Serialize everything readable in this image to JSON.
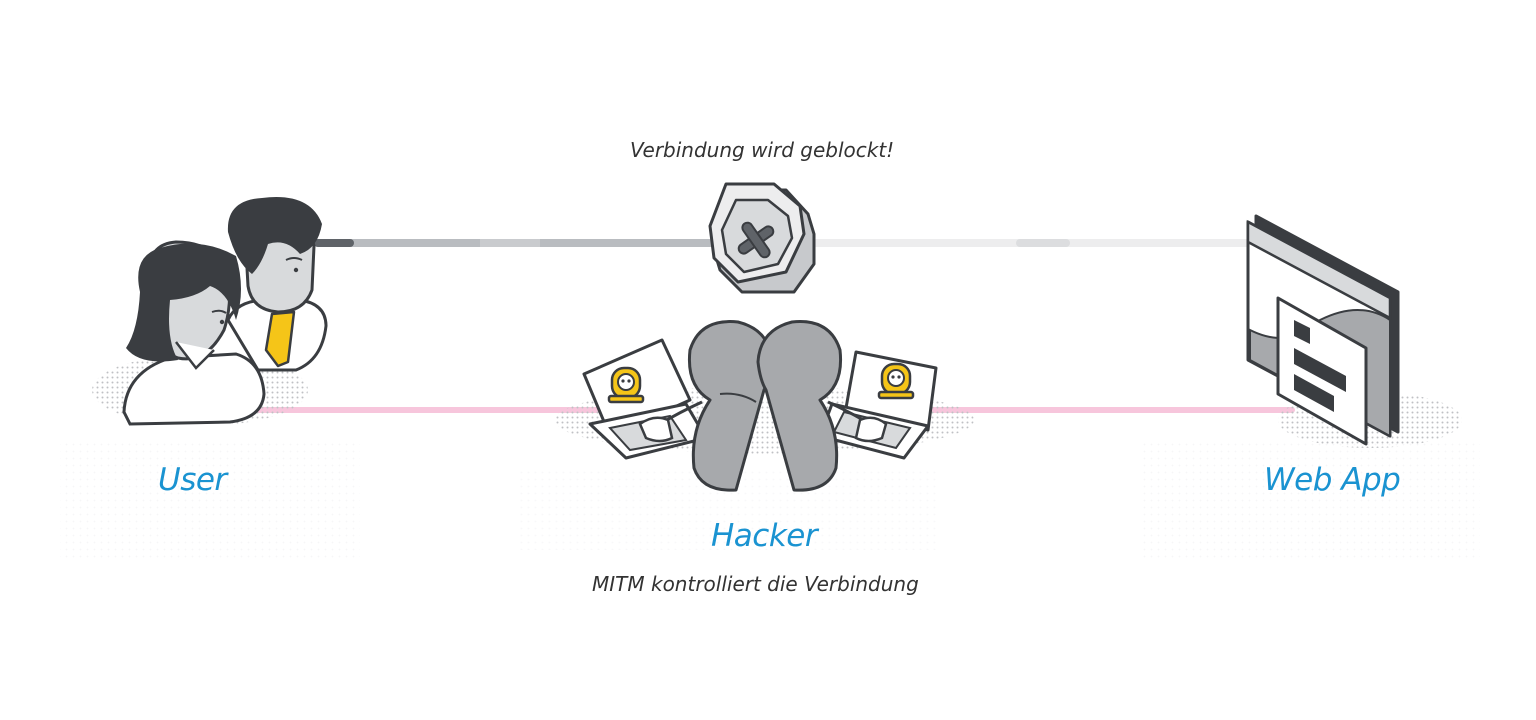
{
  "colors": {
    "accent": "#1a93d1",
    "connection_blocked": "#b9bcc0",
    "connection_intercepted": "#f7c6dc",
    "alert_yellow": "#f5c518",
    "hoodie_gray": "#a7a9ac",
    "outline": "#3a3d41"
  },
  "nodes": {
    "user": {
      "label": "User",
      "icon": "two-people-icon"
    },
    "hacker": {
      "label": "Hacker",
      "icon": "hooded-hacker-icon",
      "caption": "MITM kontrolliert die Verbindung"
    },
    "webapp": {
      "label": "Web App",
      "icon": "browser-window-icon"
    }
  },
  "connections": {
    "blocked": {
      "caption": "Verbindung wird geblockt!",
      "icon": "stop-sign-x-icon"
    },
    "intercepted": {
      "icon": "skull-alert-icon"
    }
  }
}
